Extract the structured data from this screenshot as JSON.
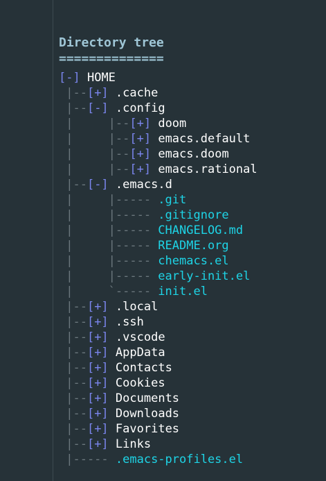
{
  "heading": {
    "title": "Directory tree",
    "underline": "=============="
  },
  "tree": [
    {
      "prefix": "",
      "toggle": "[-]",
      "name": "HOME",
      "kind": "dir"
    },
    {
      "prefix": " |--",
      "toggle": "[+]",
      "name": ".cache",
      "kind": "dir"
    },
    {
      "prefix": " |--",
      "toggle": "[-]",
      "name": ".config",
      "kind": "dir"
    },
    {
      "prefix": " |     |--",
      "toggle": "[+]",
      "name": "doom",
      "kind": "dir"
    },
    {
      "prefix": " |     |--",
      "toggle": "[+]",
      "name": "emacs.default",
      "kind": "dir"
    },
    {
      "prefix": " |     |--",
      "toggle": "[+]",
      "name": "emacs.doom",
      "kind": "dir"
    },
    {
      "prefix": " |     |--",
      "toggle": "[+]",
      "name": "emacs.rational",
      "kind": "dir"
    },
    {
      "prefix": " |--",
      "toggle": "[-]",
      "name": ".emacs.d",
      "kind": "dir"
    },
    {
      "prefix": " |     |----- ",
      "toggle": "",
      "name": ".git",
      "kind": "file"
    },
    {
      "prefix": " |     |----- ",
      "toggle": "",
      "name": ".gitignore",
      "kind": "file"
    },
    {
      "prefix": " |     |----- ",
      "toggle": "",
      "name": "CHANGELOG.md",
      "kind": "file"
    },
    {
      "prefix": " |     |----- ",
      "toggle": "",
      "name": "README.org",
      "kind": "file"
    },
    {
      "prefix": " |     |----- ",
      "toggle": "",
      "name": "chemacs.el",
      "kind": "file"
    },
    {
      "prefix": " |     |----- ",
      "toggle": "",
      "name": "early-init.el",
      "kind": "file"
    },
    {
      "prefix": " |     `----- ",
      "toggle": "",
      "name": "init.el",
      "kind": "file"
    },
    {
      "prefix": " |--",
      "toggle": "[+]",
      "name": ".local",
      "kind": "dir"
    },
    {
      "prefix": " |--",
      "toggle": "[+]",
      "name": ".ssh",
      "kind": "dir"
    },
    {
      "prefix": " |--",
      "toggle": "[+]",
      "name": ".vscode",
      "kind": "dir"
    },
    {
      "prefix": " |--",
      "toggle": "[+]",
      "name": "AppData",
      "kind": "dir"
    },
    {
      "prefix": " |--",
      "toggle": "[+]",
      "name": "Contacts",
      "kind": "dir"
    },
    {
      "prefix": " |--",
      "toggle": "[+]",
      "name": "Cookies",
      "kind": "dir"
    },
    {
      "prefix": " |--",
      "toggle": "[+]",
      "name": "Documents",
      "kind": "dir"
    },
    {
      "prefix": " |--",
      "toggle": "[+]",
      "name": "Downloads",
      "kind": "dir"
    },
    {
      "prefix": " |--",
      "toggle": "[+]",
      "name": "Favorites",
      "kind": "dir"
    },
    {
      "prefix": " |--",
      "toggle": "[+]",
      "name": "Links",
      "kind": "dir"
    },
    {
      "prefix": " |----- ",
      "toggle": "",
      "name": ".emacs-profiles.el",
      "kind": "file"
    }
  ],
  "colors": {
    "background": "#263238",
    "heading": "#9fc6d6",
    "toggle": "#7b86ee",
    "guide": "#6b777d",
    "directory": "#ffffff",
    "file": "#1ed4e6"
  }
}
